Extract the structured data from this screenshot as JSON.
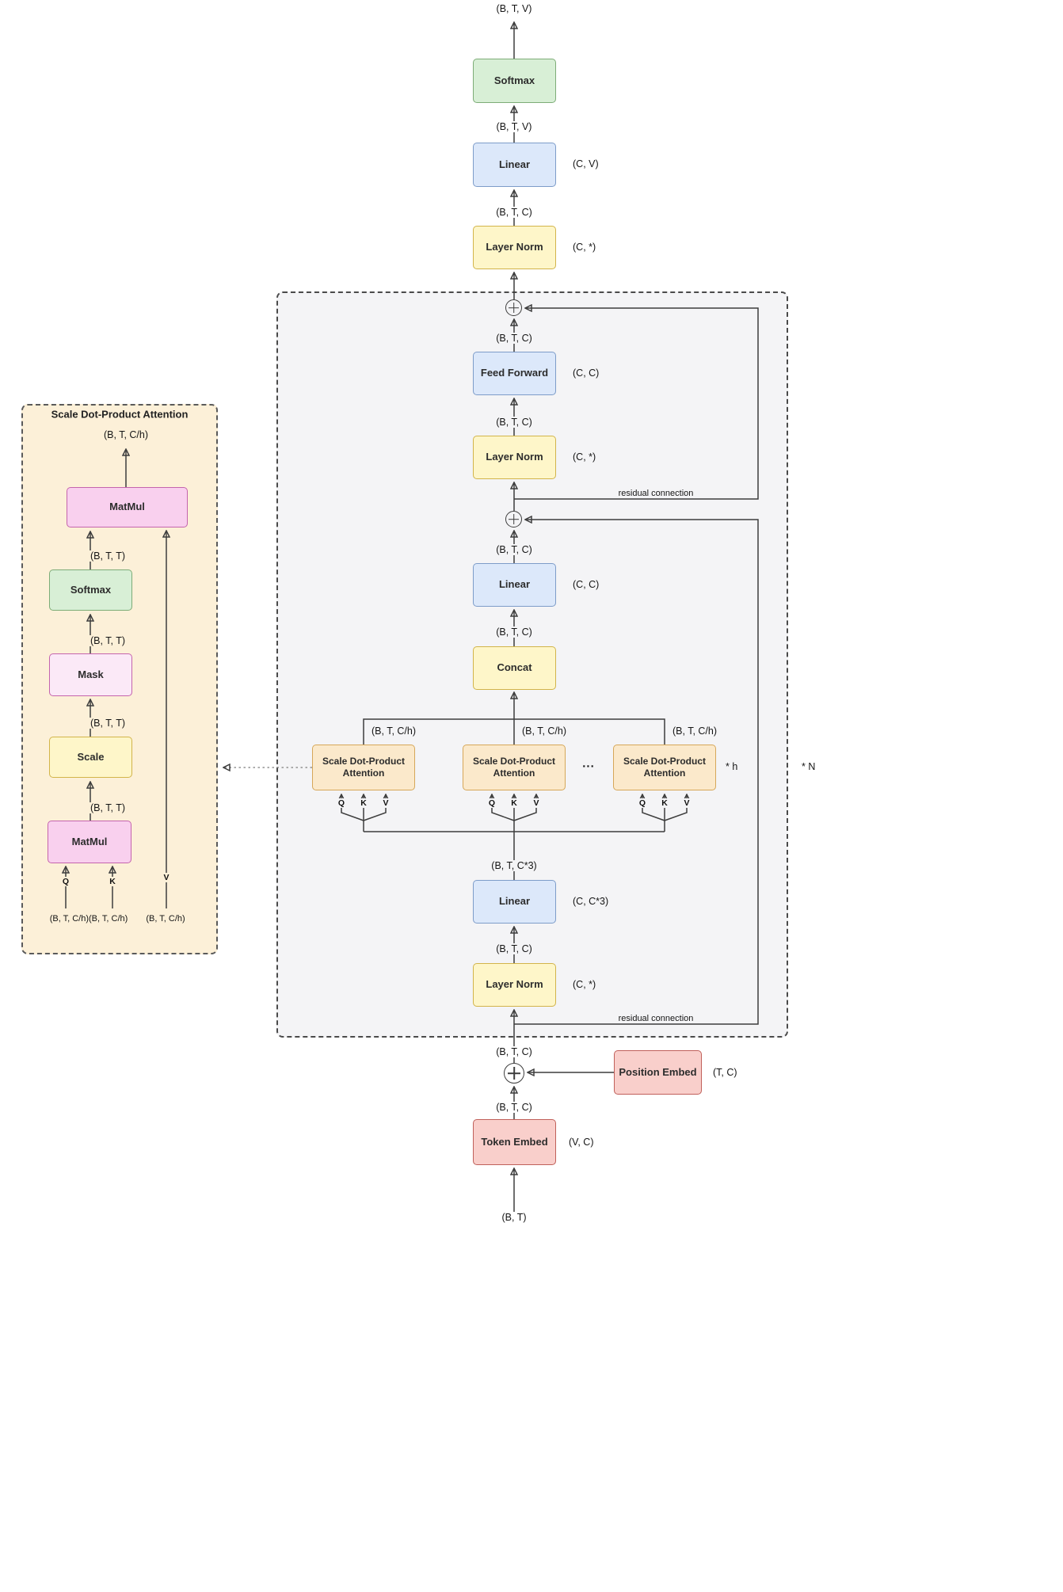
{
  "pipeline": {
    "softmax": "Softmax",
    "linear_out": "Linear",
    "layer_norm_out": "Layer Norm",
    "feed_forward": "Feed Forward",
    "layer_norm_2": "Layer Norm",
    "linear_proj": "Linear",
    "concat": "Concat",
    "attention_head": "Scale Dot-Product Attention",
    "linear_qkv": "Linear",
    "layer_norm_1": "Layer Norm",
    "position_embed": "Position Embed",
    "token_embed": "Token Embed"
  },
  "detail": {
    "title": "Scale Dot-Product Attention",
    "matmul_out": "MatMul",
    "softmax": "Softmax",
    "mask": "Mask",
    "scale": "Scale",
    "matmul_qk": "MatMul"
  },
  "shapes": {
    "btv": "(B, T, V)",
    "btc": "(B, T, C)",
    "btc3": "(B, T, C*3)",
    "btch": "(B, T, C/h)",
    "btt": "(B, T, T)",
    "bt": "(B, T)",
    "cv": "(C, V)",
    "c_star": "(C, *)",
    "cc": "(C, C)",
    "cc3": "(C, C*3)",
    "tc": "(T, C)",
    "vc": "(V, C)"
  },
  "io": {
    "q": "Q",
    "k": "K",
    "v": "V"
  },
  "annotations": {
    "residual": "residual connection",
    "per_head": "* h",
    "per_layer": "* N",
    "ellipsis": "..."
  },
  "colors": {
    "green-fill": "#d8efd6",
    "green-border": "#7dac77",
    "blue-fill": "#dce8fa",
    "blue-border": "#7d9cc9",
    "yellow-fill": "#fef6c9",
    "yellow-border": "#d2b44a",
    "orange-fill": "#fbe9cb",
    "orange-border": "#d6a759",
    "red-fill": "#f9cfcb",
    "red-border": "#c0605a",
    "pink-fill": "#f9d0ee",
    "pink-border": "#c464ad",
    "pink-light-fill": "#fbe9f7",
    "block-bg": "#f4f4f6",
    "block-border": "#4a4a4a",
    "detail-bg": "#fcf0d8",
    "detail-border": "#5a5a5a",
    "line": "#3d3d3d",
    "canvas": "#ffffff"
  }
}
